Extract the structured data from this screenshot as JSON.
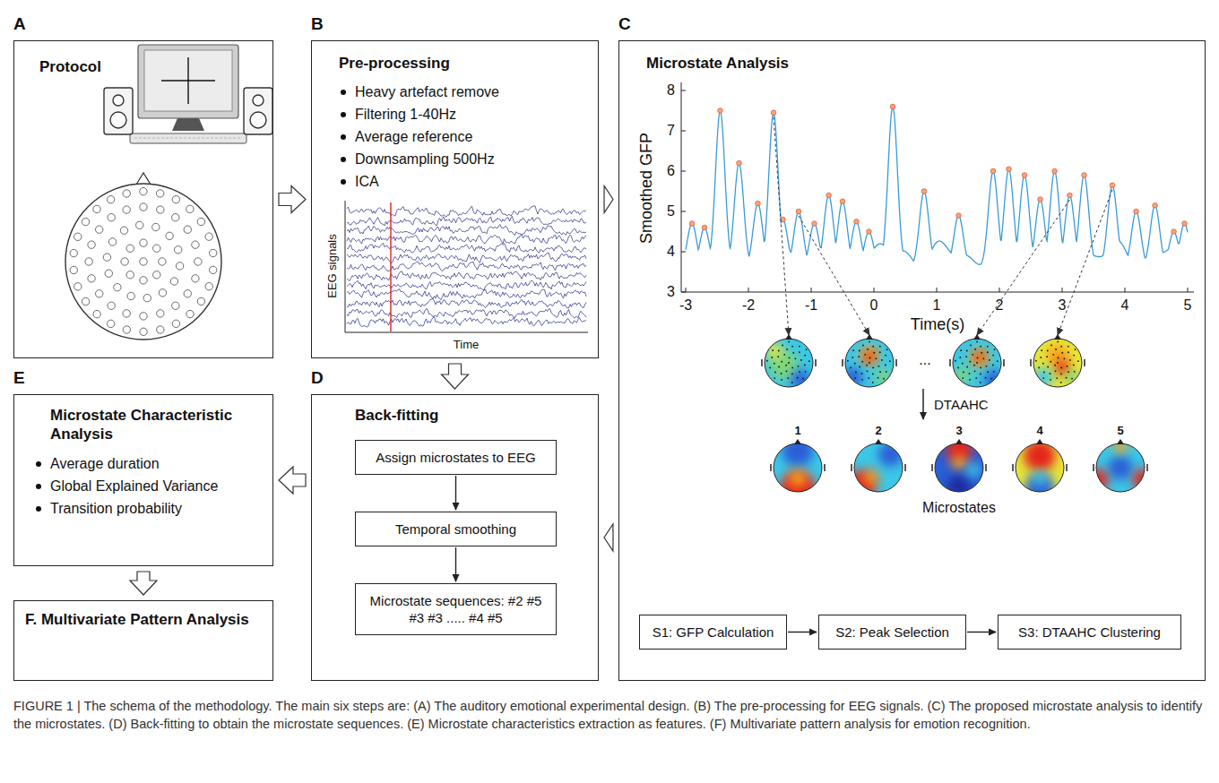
{
  "diagram": {
    "caption": "FIGURE 1 | The schema of the methodology. The main six steps are: (A) The auditory emotional experimental design. (B) The pre-processing for EEG signals. (C) The proposed microstate analysis to identify the microstates. (D) Back-fitting to obtain the microstate sequences. (E) Microstate characteristics extraction as features. (F) Multivariate pattern analysis for emotion recognition.",
    "nodes": [
      {
        "text": [
          "A",
          "Protocol"
        ]
      },
      {
        "text": [
          "B",
          "Pre-processing",
          "Heavy artefact remove",
          "Filtering 1-40Hz",
          "Average reference",
          "Downsampling 500Hz",
          "ICA"
        ]
      },
      {
        "text": [
          "C",
          "Microstate Analysis"
        ]
      },
      {
        "text": [
          "S1: GFP Calculation"
        ],
        "in": 2
      },
      {
        "text": [
          "S2: Peak Selection"
        ],
        "in": 2
      },
      {
        "text": [
          "S3: DTAAHC Clustering"
        ],
        "in": 2
      },
      {
        "text": [
          "D",
          "Back-fitting"
        ]
      },
      {
        "text": [
          "Assign microstates to EEG"
        ],
        "in": 6
      },
      {
        "text": [
          "Temporal smoothing"
        ],
        "in": 6
      },
      {
        "text": [
          "Microstate sequences: #2 #5 #3 #3 ..... #4 #5"
        ],
        "in": 6
      },
      {
        "text": [
          "E",
          "Microstate Characteristic Analysis",
          "Average duration",
          "Global Explained Variance",
          "Transition probability"
        ]
      },
      {
        "text": [
          "F. Multivariate Pattern Analysis"
        ]
      }
    ],
    "edges": [
      {
        "from": 0,
        "to": 1,
        "arrow": "to"
      },
      {
        "from": 1,
        "to": 2,
        "arrow": "to"
      },
      {
        "from": 1,
        "to": 6,
        "arrow": "to"
      },
      {
        "from": 2,
        "to": 6,
        "arrow": "to"
      },
      {
        "from": 6,
        "to": 10,
        "arrow": "to"
      },
      {
        "from": 10,
        "to": 11,
        "arrow": "to"
      },
      {
        "from": 3,
        "to": 4,
        "arrow": "to"
      },
      {
        "from": 4,
        "to": 5,
        "arrow": "to"
      },
      {
        "from": 7,
        "to": 8,
        "arrow": "to"
      },
      {
        "from": 8,
        "to": 9,
        "arrow": "to"
      }
    ],
    "labels": [
      "EEG signals",
      "Time",
      "Smoothed GFP",
      "8",
      "7",
      "6",
      "5",
      "4",
      "3",
      "-3",
      "-2",
      "-1",
      "0",
      "1",
      "2",
      "3",
      "4",
      "5",
      "Time(s)",
      "...",
      "DTAAHC",
      "1",
      "2",
      "3",
      "4",
      "5",
      "Microstates"
    ]
  }
}
